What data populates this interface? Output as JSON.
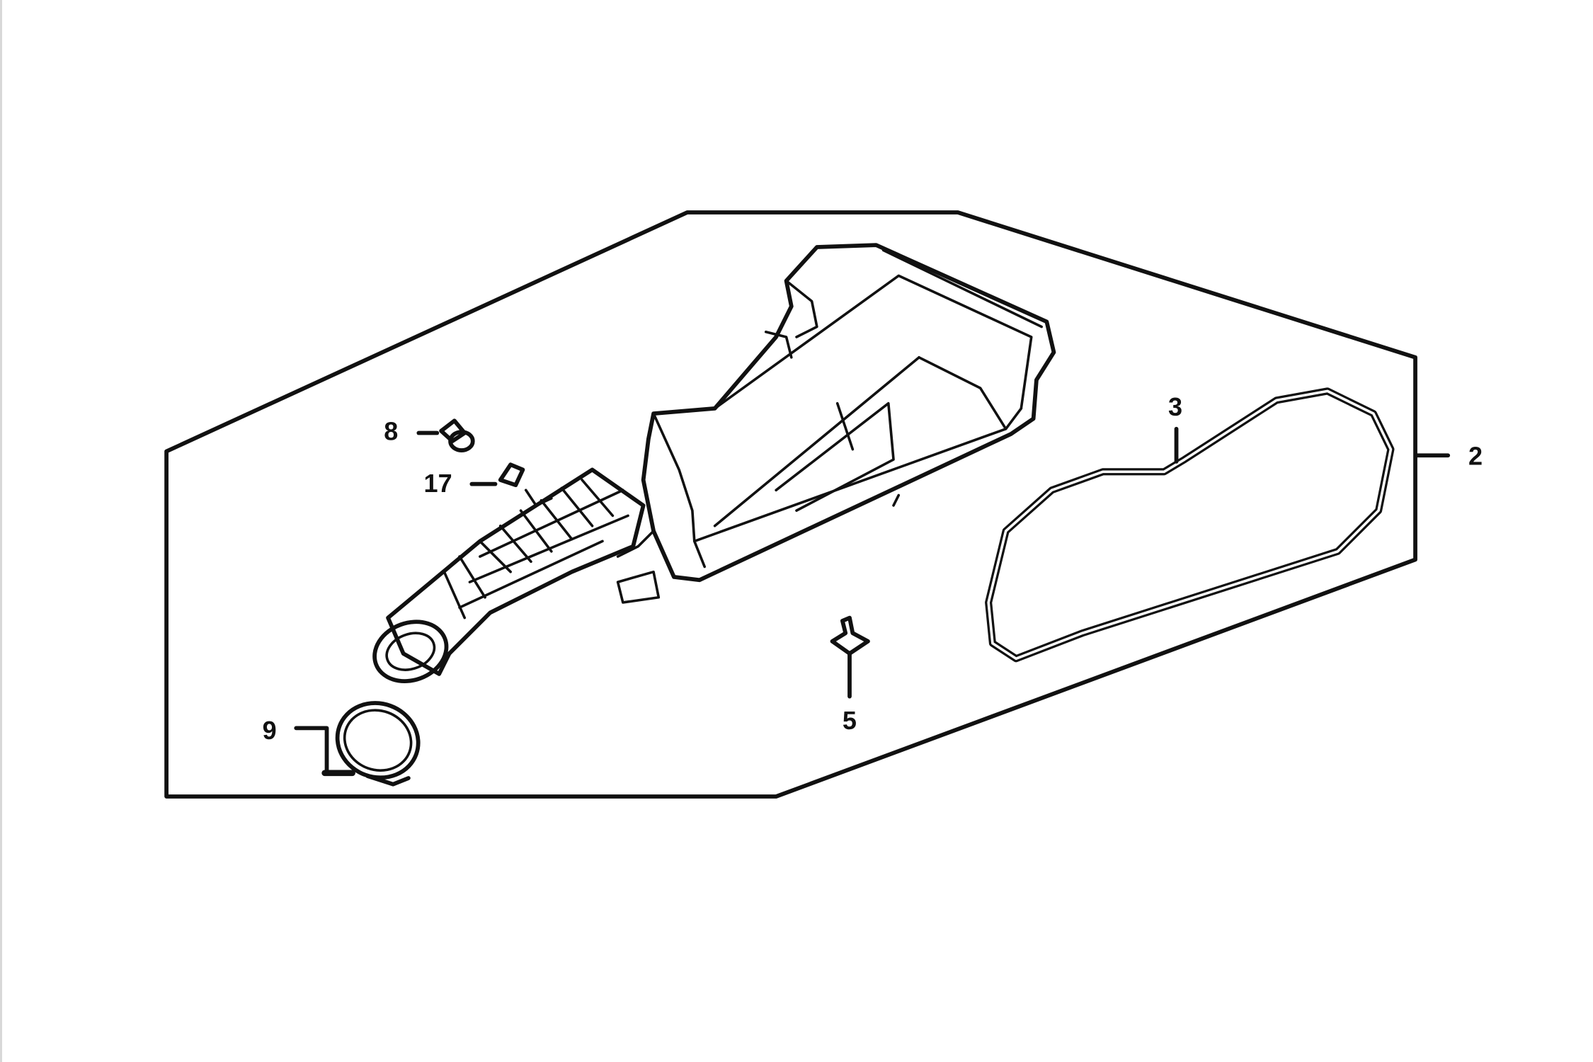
{
  "diagram": {
    "callouts": {
      "part_2": "2",
      "part_3": "3",
      "part_5": "5",
      "part_8": "8",
      "part_9": "9",
      "part_17": "17"
    },
    "colors": {
      "line": "#111111",
      "background": "#ffffff"
    }
  }
}
